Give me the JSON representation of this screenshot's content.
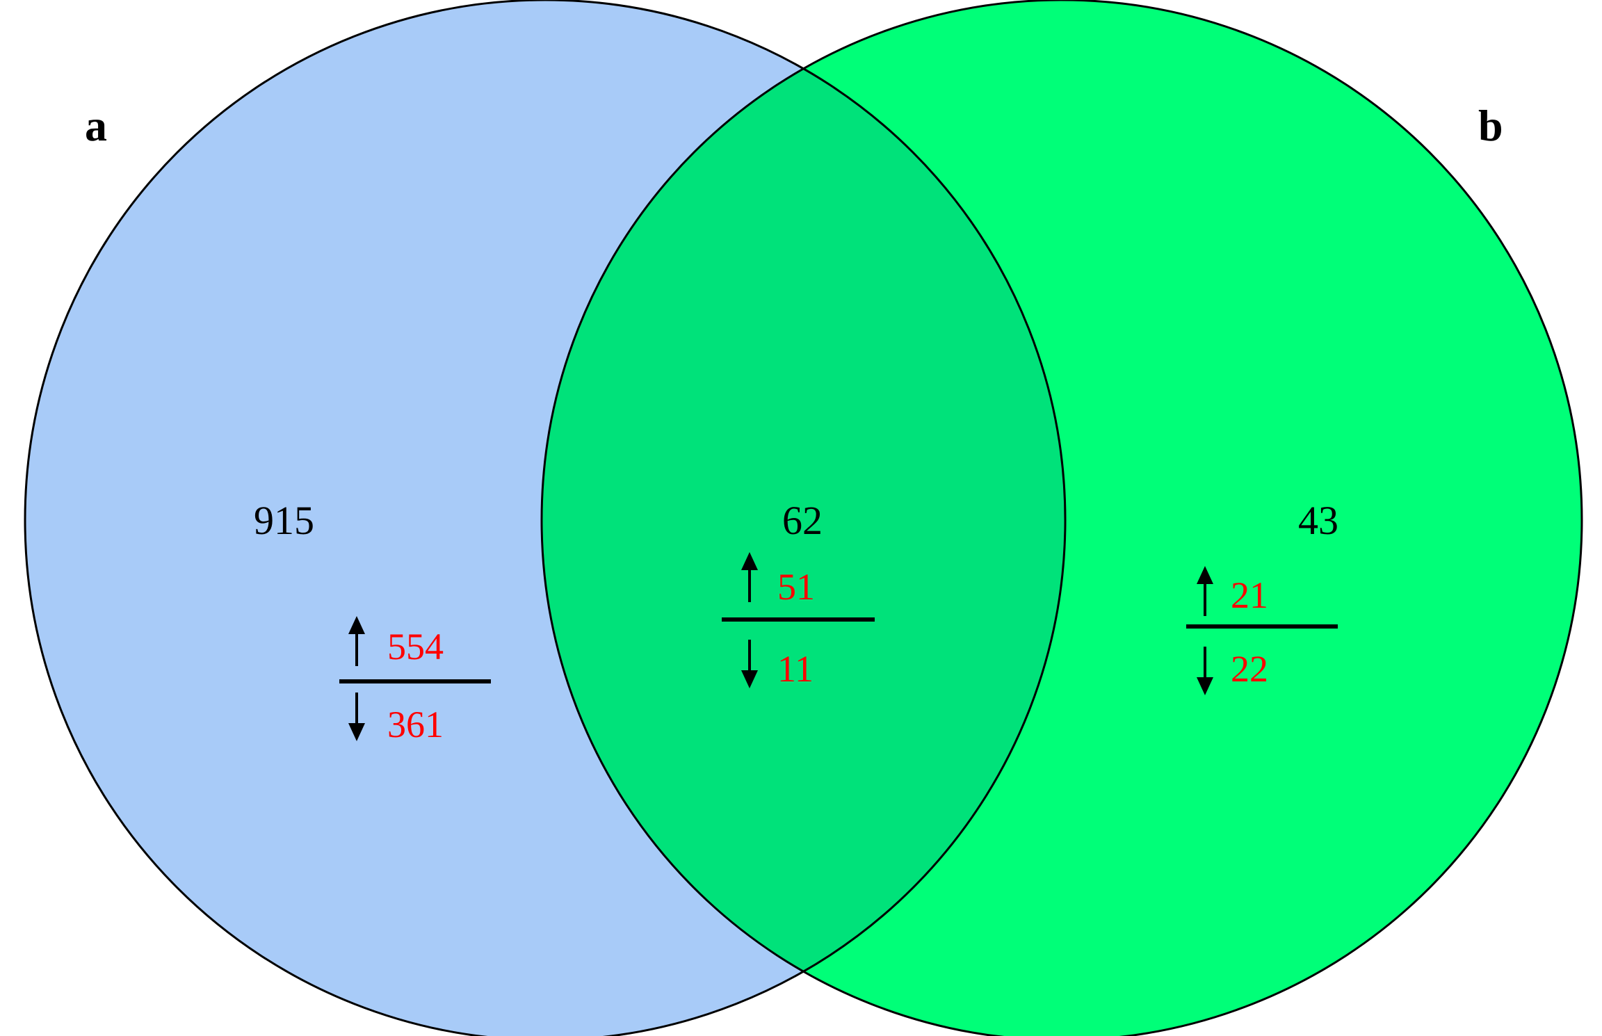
{
  "colors": {
    "set_a": "#a8cbf8",
    "set_b": "#00ff78",
    "overlap": "#00e27a",
    "outline": "#000000",
    "total_text": "#000000",
    "count_text": "#ff0000"
  },
  "sets": {
    "a": {
      "label": "a"
    },
    "b": {
      "label": "b"
    }
  },
  "regions": {
    "a_only": {
      "total": "915",
      "up": "554",
      "down": "361"
    },
    "both": {
      "total": "62",
      "up": "51",
      "down": "11"
    },
    "b_only": {
      "total": "43",
      "up": "21",
      "down": "22"
    }
  },
  "icons": {
    "up": "arrow-up-icon",
    "down": "arrow-down-icon"
  }
}
